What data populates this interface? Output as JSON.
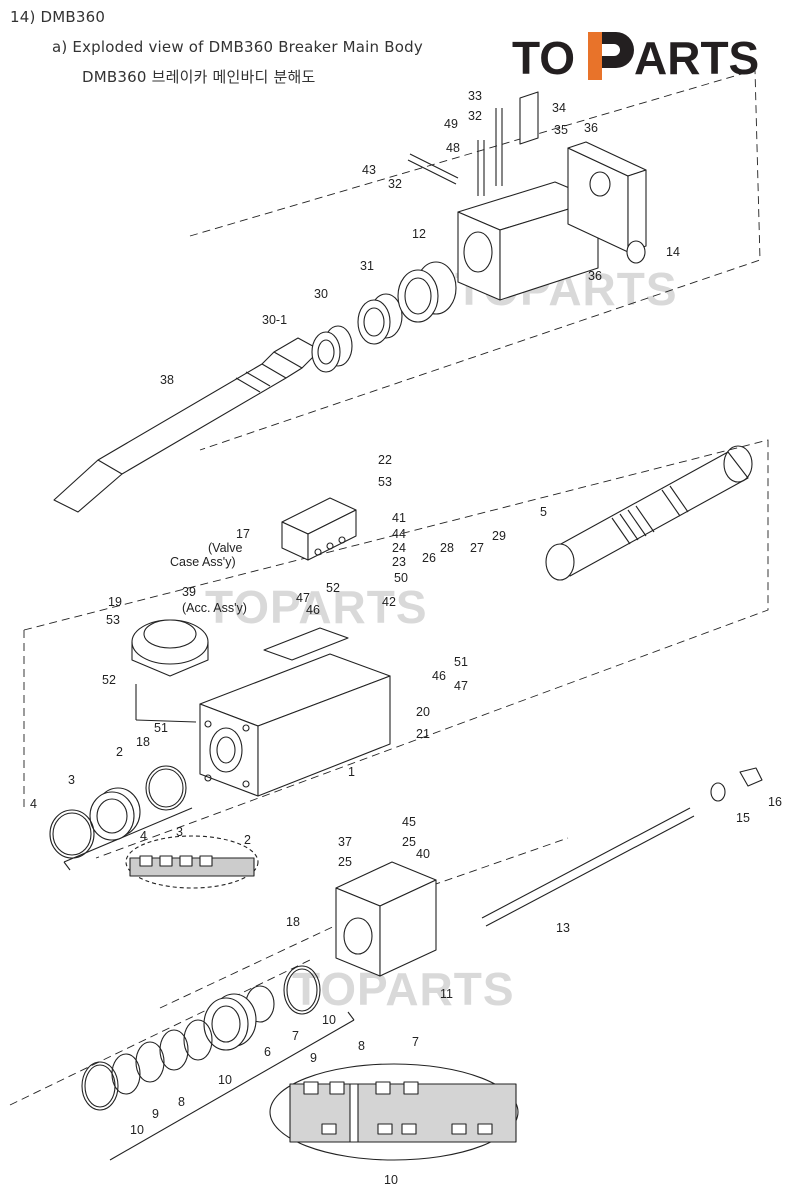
{
  "header": {
    "section": "14) DMB360",
    "subtitle_en": "a)   Exploded view of DMB360 Breaker Main Body",
    "subtitle_ko": "DMB360 브레이카 메인바디 분해도"
  },
  "logo": {
    "text_left": "TO",
    "text_right": "ARTS",
    "accent_color": "#e8732a",
    "dark_color": "#231f20"
  },
  "watermark": {
    "text": "TOPARTS"
  },
  "labels": [
    {
      "id": "33",
      "text": "33"
    },
    {
      "id": "32a",
      "text": "32"
    },
    {
      "id": "34",
      "text": "34"
    },
    {
      "id": "49",
      "text": "49"
    },
    {
      "id": "35",
      "text": "35"
    },
    {
      "id": "36a",
      "text": "36"
    },
    {
      "id": "48",
      "text": "48"
    },
    {
      "id": "43",
      "text": "43"
    },
    {
      "id": "32b",
      "text": "32"
    },
    {
      "id": "12",
      "text": "12"
    },
    {
      "id": "14",
      "text": "14"
    },
    {
      "id": "31",
      "text": "31"
    },
    {
      "id": "36b",
      "text": "36"
    },
    {
      "id": "30",
      "text": "30"
    },
    {
      "id": "30-1",
      "text": "30-1"
    },
    {
      "id": "38",
      "text": "38"
    },
    {
      "id": "22",
      "text": "22"
    },
    {
      "id": "53a",
      "text": "53"
    },
    {
      "id": "5",
      "text": "5"
    },
    {
      "id": "41",
      "text": "41"
    },
    {
      "id": "44",
      "text": "44"
    },
    {
      "id": "17",
      "text": "17"
    },
    {
      "id": "valve1",
      "text": "(Valve"
    },
    {
      "id": "valve2",
      "text": "Case Ass'y)"
    },
    {
      "id": "24",
      "text": "24"
    },
    {
      "id": "29",
      "text": "29"
    },
    {
      "id": "28",
      "text": "28"
    },
    {
      "id": "27",
      "text": "27"
    },
    {
      "id": "26",
      "text": "26"
    },
    {
      "id": "23",
      "text": "23"
    },
    {
      "id": "50",
      "text": "50"
    },
    {
      "id": "52a",
      "text": "52"
    },
    {
      "id": "19",
      "text": "19"
    },
    {
      "id": "39",
      "text": "39"
    },
    {
      "id": "acc",
      "text": "(Acc. Ass'y)"
    },
    {
      "id": "47a",
      "text": "47"
    },
    {
      "id": "42",
      "text": "42"
    },
    {
      "id": "46a",
      "text": "46"
    },
    {
      "id": "53b",
      "text": "53"
    },
    {
      "id": "51a",
      "text": "51"
    },
    {
      "id": "46b",
      "text": "46"
    },
    {
      "id": "52b",
      "text": "52"
    },
    {
      "id": "47b",
      "text": "47"
    },
    {
      "id": "20",
      "text": "20"
    },
    {
      "id": "51b",
      "text": "51"
    },
    {
      "id": "21",
      "text": "21"
    },
    {
      "id": "18a",
      "text": "18"
    },
    {
      "id": "2a",
      "text": "2"
    },
    {
      "id": "1",
      "text": "1"
    },
    {
      "id": "3a",
      "text": "3"
    },
    {
      "id": "16",
      "text": "16"
    },
    {
      "id": "4a",
      "text": "4"
    },
    {
      "id": "15",
      "text": "15"
    },
    {
      "id": "45",
      "text": "45"
    },
    {
      "id": "4b",
      "text": "4"
    },
    {
      "id": "3b",
      "text": "3"
    },
    {
      "id": "2b",
      "text": "2"
    },
    {
      "id": "37",
      "text": "37"
    },
    {
      "id": "25a",
      "text": "25"
    },
    {
      "id": "25b",
      "text": "25"
    },
    {
      "id": "40",
      "text": "40"
    },
    {
      "id": "13",
      "text": "13"
    },
    {
      "id": "18b",
      "text": "18"
    },
    {
      "id": "11",
      "text": "11"
    },
    {
      "id": "10a",
      "text": "10"
    },
    {
      "id": "7a",
      "text": "7"
    },
    {
      "id": "6",
      "text": "6"
    },
    {
      "id": "10b",
      "text": "10"
    },
    {
      "id": "8a",
      "text": "8"
    },
    {
      "id": "9a",
      "text": "9"
    },
    {
      "id": "10c",
      "text": "10"
    },
    {
      "id": "9b",
      "text": "9"
    },
    {
      "id": "8b",
      "text": "8"
    },
    {
      "id": "7b",
      "text": "7"
    },
    {
      "id": "10d",
      "text": "10"
    }
  ]
}
